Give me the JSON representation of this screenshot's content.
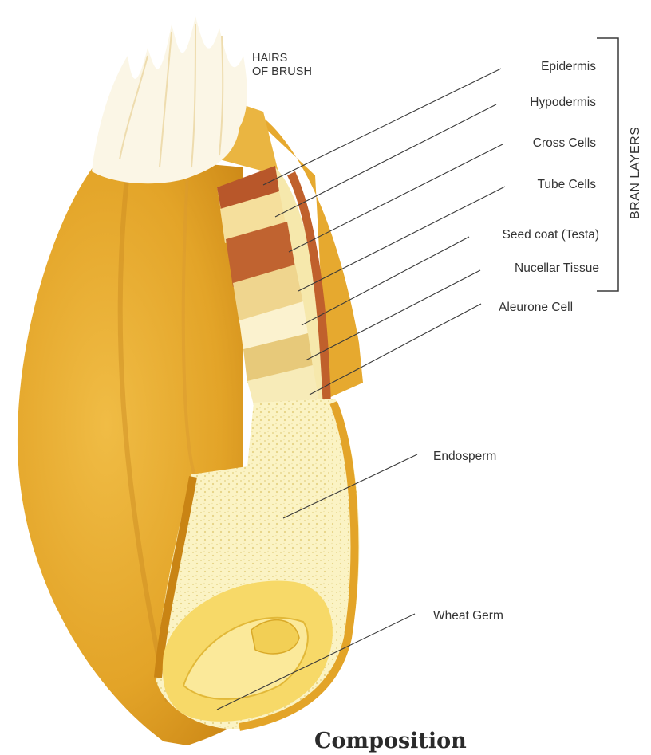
{
  "figure": {
    "hairs_label_line1": "HAIRS",
    "hairs_label_line2": "OF BRUSH",
    "bran_label": "BRAN LAYERS",
    "caption": "Composition",
    "labels": {
      "epidermis": "Epidermis",
      "hypodermis": "Hypodermis",
      "cross_cells": "Cross Cells",
      "tube_cells": "Tube Cells",
      "seed_coat": "Seed coat (Testa)",
      "nucellar": "Nucellar Tissue",
      "aleurone": "Aleurone Cell",
      "endosperm": "Endosperm",
      "germ": "Wheat Germ"
    }
  },
  "colors": {
    "husk": "#e3a428",
    "husk_dark": "#c9841a",
    "endosperm": "#fbf3c4",
    "bran_red": "#b8572a",
    "hairs": "#fbf6e6",
    "germ": "#f2cf55"
  }
}
